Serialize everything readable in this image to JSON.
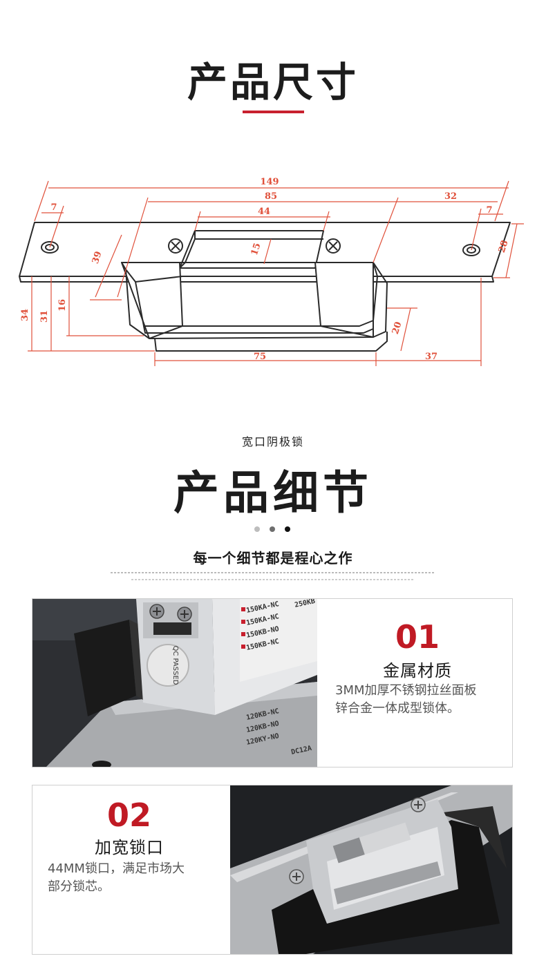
{
  "size_section": {
    "title": "产品尺寸",
    "accent_color": "#c8202e",
    "dimension_color": "#e0503a",
    "dimensions": {
      "total_length": "149",
      "body_length": "85",
      "opening": "44",
      "right_plate": "32",
      "left_hole_offset": "7",
      "right_hole_offset": "7",
      "plate_height": "28",
      "body_height_a": "39",
      "depth": "15",
      "left_34": "34",
      "left_31": "31",
      "left_16": "16",
      "right_20": "20",
      "bottom_75": "75",
      "bottom_37": "37"
    }
  },
  "detail_section": {
    "subtitle": "宽口阴极锁",
    "title": "产品细节",
    "tagline": "每一个细节都是程心之作",
    "dots": [
      {
        "color": "#bdbdbd"
      },
      {
        "color": "#6e6e6e"
      },
      {
        "color": "#111111"
      }
    ]
  },
  "cards": [
    {
      "number": "01",
      "heading": "金属材质",
      "desc_line1": "3MM加厚不锈钢拉丝面板",
      "desc_line2": "锌合金一体成型锁体。",
      "photo": {
        "labels": [
          "150KA-NC",
          "150KA-NC",
          "150KB-NO",
          "150KB-NC"
        ],
        "labels_right": [
          "250KB"
        ],
        "labels_lower": [
          "120KB-NC",
          "120KB-NO",
          "120KY-NO"
        ],
        "stamp": "QC PASSED",
        "stamp_left": "DC12A"
      }
    },
    {
      "number": "02",
      "heading": "加宽锁口",
      "desc_line1": "44MM锁口，满足市场大",
      "desc_line2": "部分锁芯。"
    }
  ]
}
